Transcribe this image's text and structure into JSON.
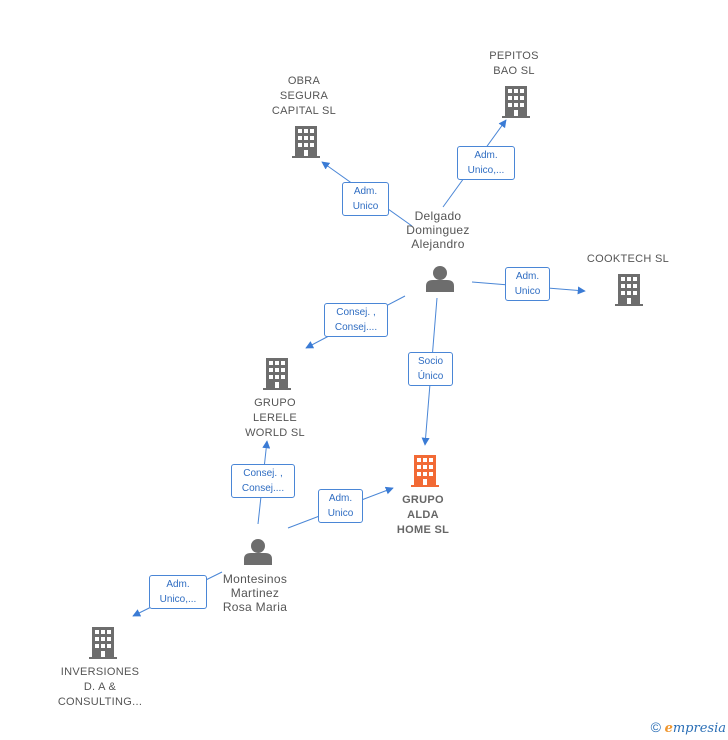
{
  "nodes": {
    "obra": {
      "label": "OBRA\nSEGURA\nCAPITAL  SL",
      "type": "company"
    },
    "pepitos": {
      "label": "PEPITOS\nBAO  SL",
      "type": "company"
    },
    "cooktech": {
      "label": "COOKTECH  SL",
      "type": "company"
    },
    "lerele": {
      "label": "GRUPO\nLERELE\nWORLD  SL",
      "type": "company"
    },
    "alda": {
      "label": "GRUPO\nALDA\nHOME  SL",
      "type": "company-focus",
      "color": "#f26a35"
    },
    "inversiones": {
      "label": "INVERSIONES\nD. A &\nCONSULTING...",
      "type": "company"
    },
    "delgado": {
      "label": "Delgado\nDominguez\nAlejandro",
      "type": "person"
    },
    "montesinos": {
      "label": "Montesinos\nMartinez\nRosa Maria",
      "type": "person"
    }
  },
  "edges": {
    "delgado_obra": "Adm.\nUnico",
    "delgado_pepitos": "Adm.\nUnico,...",
    "delgado_cooktech": "Adm.\nUnico",
    "delgado_lerele": "Consej. ,\nConsej....",
    "delgado_alda": "Socio\nÚnico",
    "montesinos_lerele": "Consej. ,\nConsej....",
    "montesinos_alda": "Adm.\nUnico",
    "montesinos_inversiones": "Adm.\nUnico,..."
  },
  "colors": {
    "edge": "#4a86d6",
    "icon": "#6d6d6d",
    "focus": "#f26a35"
  },
  "footer": {
    "copyright": "©",
    "brand_initial": "e",
    "brand_rest": "mpresia"
  }
}
